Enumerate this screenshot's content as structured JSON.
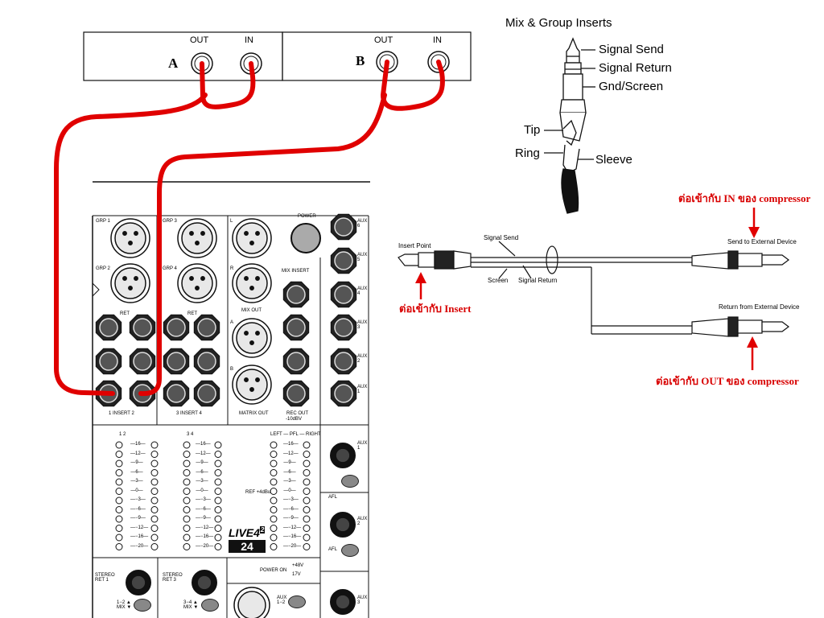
{
  "devices": {
    "a": {
      "label": "A",
      "out": "OUT",
      "in": "IN"
    },
    "b": {
      "label": "B",
      "out": "OUT",
      "in": "IN"
    }
  },
  "plug_diagram": {
    "title": "Mix  &  Group  Inserts",
    "signal_send": "Signal  Send",
    "signal_return": "Signal  Return",
    "gnd_screen": "Gnd/Screen",
    "tip": "Tip",
    "ring": "Ring",
    "sleeve": "Sleeve"
  },
  "cable_diagram": {
    "insert_point": "Insert Point",
    "signal_send": "Signal Send",
    "screen": "Screen",
    "signal_return": "Signal Return",
    "send_to_external": "Send to External Device",
    "return_from_external": "Return from External Device",
    "note_in": "ต่อเข้ากับ IN ของ compressor",
    "note_insert": "ต่อเข้ากับ Insert",
    "note_out": "ต่อเข้ากับ OUT ของ compressor"
  },
  "mixer": {
    "grp1": "GRP  1",
    "grp2": "GRP  2",
    "grp3": "GRP  3",
    "grp4": "GRP  4",
    "l": "L",
    "r": "R",
    "a": "A",
    "b": "B",
    "power": "POWER",
    "mix_insert": "MIX INSERT",
    "ret": "RET",
    "mix_out": "MIX OUT",
    "matrix_out": "MATRIX OUT",
    "rec_out": "REC OUT",
    "rec_out_level": "-10dBV",
    "insert_12": "1    INSERT    2",
    "insert_34": "3    INSERT    4",
    "aux_labels": [
      "AUX 6",
      "AUX 5",
      "AUX 4",
      "AUX 3",
      "AUX 2",
      "AUX 1"
    ],
    "meter_headers": {
      "g12": "1              2",
      "g34": "3              4",
      "lr": "LEFT — PFL — RIGHT"
    },
    "meter_values": [
      "16",
      "12",
      "9",
      "6",
      "3",
      "0",
      "−3",
      "−6",
      "−9",
      "−12",
      "−16",
      "−20"
    ],
    "ref_level": "REF +4dBu",
    "brand": "LIVE4",
    "brand_sup": "2",
    "model": "24",
    "afl": "AFL",
    "aux1_knob": "AUX 1",
    "aux2_knob": "AUX 2",
    "aux3_knob": "AUX 3",
    "stereo_ret1": "STEREO RET 1",
    "stereo_ret3": "STEREO RET 3",
    "mix_12": "1−2 ▲ MIX ▼",
    "mix_34": "3−4 ▲ MIX ▼",
    "power_on": "POWER  ON",
    "phantom": "+48V",
    "v17": "17V",
    "aux_12": "AUX 1−2"
  },
  "colors": {
    "cable": "#e00000",
    "line": "#111111",
    "note": "#d80000"
  }
}
